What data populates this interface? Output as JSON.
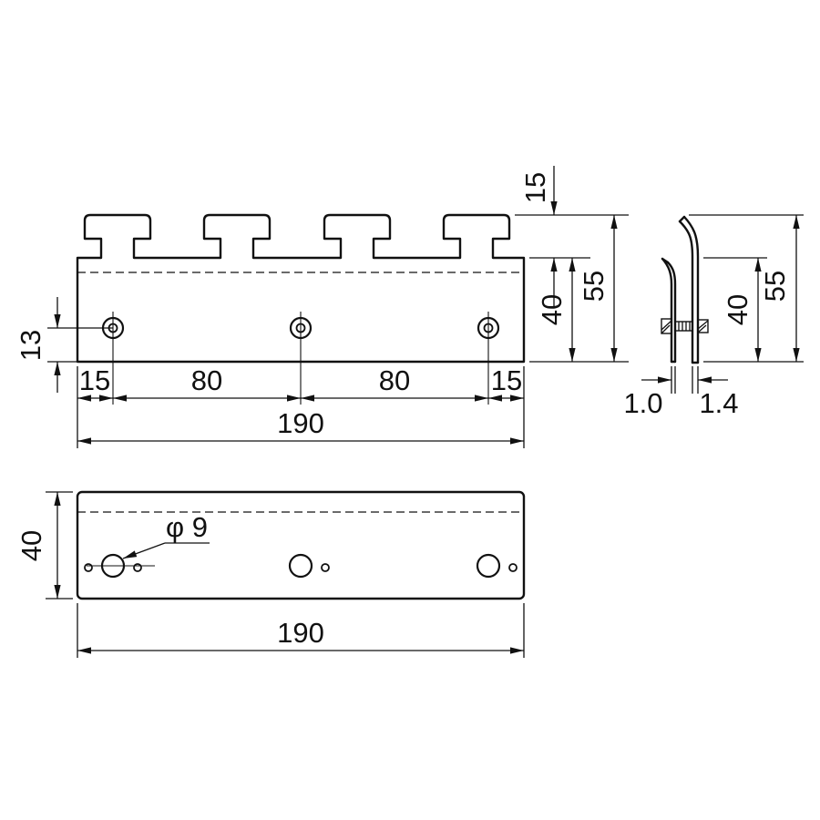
{
  "drawing": {
    "type": "technical-dimension-drawing",
    "views": {
      "front": {
        "dim_tab_height": "15",
        "dim_overall_height": "55",
        "dim_body_height": "40",
        "dim_hole_to_bottom": "13",
        "dim_end_left": "15",
        "dim_pitch_left": "80",
        "dim_pitch_right": "80",
        "dim_end_right": "15",
        "dim_overall_width": "190"
      },
      "side": {
        "dim_overall_height": "55",
        "dim_body_height": "40",
        "dim_thickness_front": "1.0",
        "dim_thickness_back": "1.4"
      },
      "bottom": {
        "dim_depth": "40",
        "dim_overall_width": "190",
        "label_hole_diameter": "φ 9"
      }
    }
  }
}
